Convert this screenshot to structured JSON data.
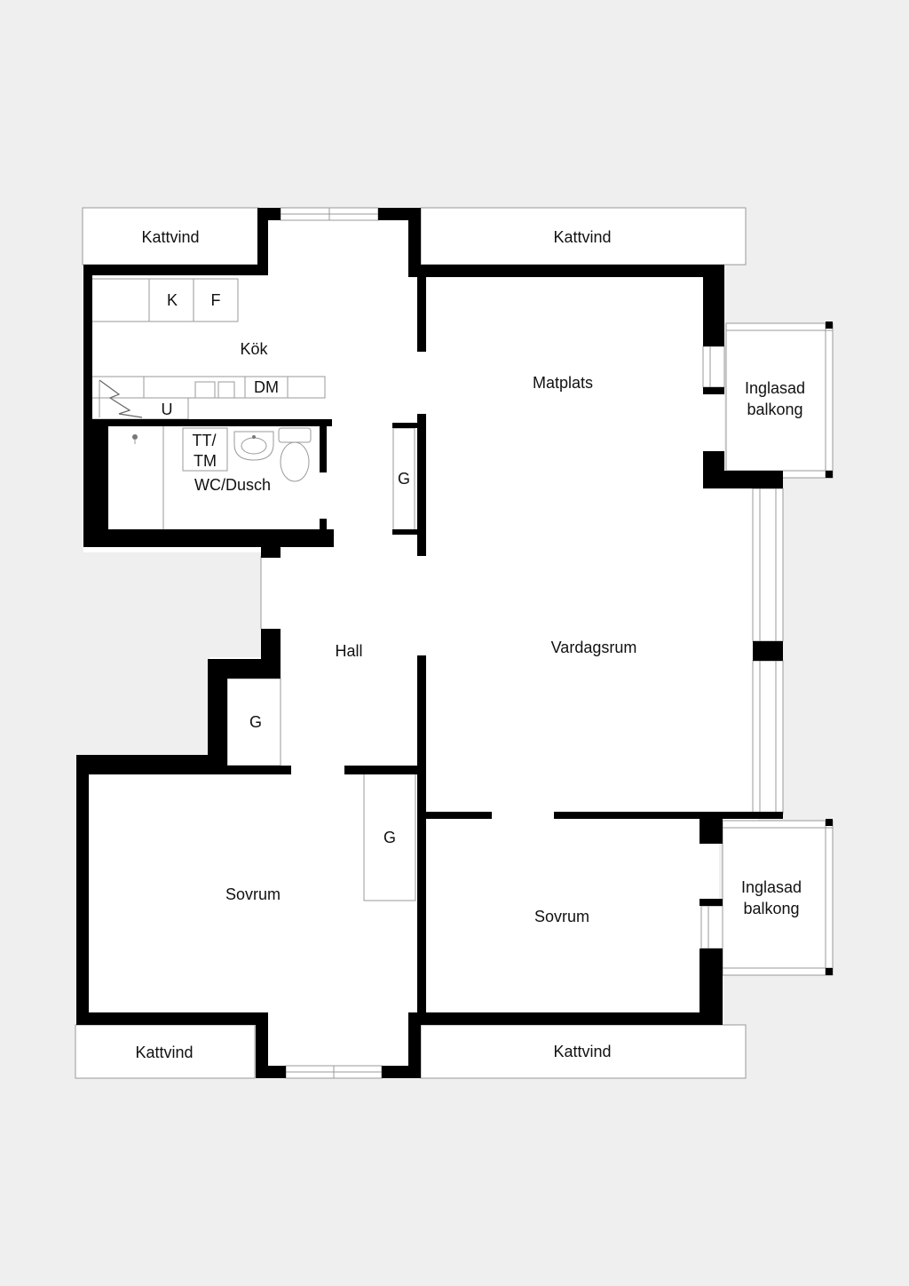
{
  "rooms": {
    "kattvind_top_left": "Kattvind",
    "kattvind_top_right": "Kattvind",
    "kattvind_bottom_left": "Kattvind",
    "kattvind_bottom_right": "Kattvind",
    "kitchen": "Kök",
    "dining": "Matplats",
    "glazed_balcony_top": [
      "Inglasad",
      "balkong"
    ],
    "glazed_balcony_bottom": [
      "Inglasad",
      "balkong"
    ],
    "bathroom": "WC/Dusch",
    "hall": "Hall",
    "living_room": "Vardagsrum",
    "bedroom_left": "Sovrum",
    "bedroom_right": "Sovrum"
  },
  "fixtures": {
    "fridge": "K",
    "freezer": "F",
    "dishwasher": "DM",
    "oven": "U",
    "washer_dryer": [
      "TT/",
      "TM"
    ],
    "closet_bath": "G",
    "closet_hall": "G",
    "closet_bedroom": "G"
  }
}
